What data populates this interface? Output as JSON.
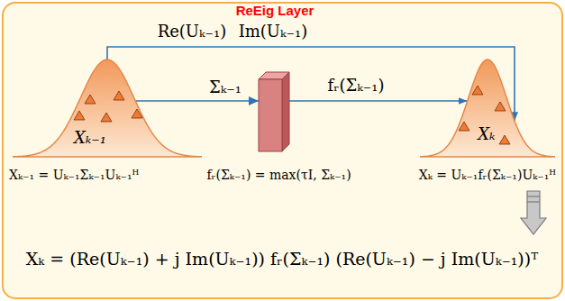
{
  "diagram": {
    "title": "ReEig Layer",
    "nodes": [
      {
        "text": [
          "Xₖ₋₁"
        ]
      },
      {
        "text": [
          "Xₖ"
        ]
      }
    ],
    "edges": [
      {
        "from": 0,
        "to": 1,
        "arrow": "to"
      },
      {
        "from": 0,
        "to": 1,
        "arrow": "to"
      }
    ],
    "labels": [
      "Re(Uₖ₋₁)",
      "Im(Uₖ₋₁)",
      "Σₖ₋₁",
      "fᵣ(Σₖ₋₁)",
      "Xₖ₋₁ = Uₖ₋₁Σₖ₋₁Uₖ₋₁ᴴ",
      "fᵣ(Σₖ₋₁) = max(τI, Σₖ₋₁)",
      "Xₖ = Uₖ₋₁fᵣ(Σₖ₋₁)Uₖ₋₁ᴴ",
      "Xₖ = (Re(Uₖ₋₁) + j Im(Uₖ₋₁)) fᵣ(Σₖ₋₁) (Re(Uₖ₋₁) − j Im(Uₖ₋₁))ᵀ"
    ]
  }
}
